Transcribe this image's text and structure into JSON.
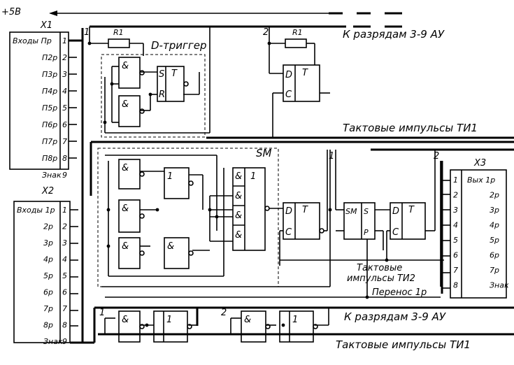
{
  "supply": "+5В",
  "connectors": {
    "x1": {
      "label": "Х1",
      "header": "Входы Пр",
      "rows": [
        {
          "label": "П2р",
          "pin": "2"
        },
        {
          "label": "П3р",
          "pin": "3"
        },
        {
          "label": "П4р",
          "pin": "4"
        },
        {
          "label": "П5р",
          "pin": "5"
        },
        {
          "label": "П6р",
          "pin": "6"
        },
        {
          "label": "П7р",
          "pin": "7"
        },
        {
          "label": "П8р",
          "pin": "8"
        },
        {
          "label": "Знак",
          "pin": "9"
        }
      ],
      "header_pin": "1"
    },
    "x2": {
      "label": "Х2",
      "header": "Входы 1р",
      "rows": [
        {
          "label": "2р",
          "pin": "2"
        },
        {
          "label": "3р",
          "pin": "3"
        },
        {
          "label": "4р",
          "pin": "4"
        },
        {
          "label": "5р",
          "pin": "5"
        },
        {
          "label": "6р",
          "pin": "6"
        },
        {
          "label": "7р",
          "pin": "7"
        },
        {
          "label": "8р",
          "pin": "8"
        },
        {
          "label": "Знак",
          "pin": "9"
        }
      ],
      "header_pin": "1"
    },
    "x3": {
      "label": "Х3",
      "header": "Вых 1р",
      "rows": [
        {
          "label": "2р",
          "pin": "2"
        },
        {
          "label": "3р",
          "pin": "3"
        },
        {
          "label": "4р",
          "pin": "4"
        },
        {
          "label": "5р",
          "pin": "5"
        },
        {
          "label": "6р",
          "pin": "6"
        },
        {
          "label": "7р",
          "pin": "7"
        },
        {
          "label": "Знак",
          "pin": "8"
        }
      ],
      "header_pin": "1"
    }
  },
  "labels": {
    "resistor": "R1",
    "d_trigger": "D-триггер",
    "to_bits_top": "К разрядам 3-9 АУ",
    "to_bits_bottom": "К разрядам 3-9 АУ",
    "clock1_top": "Тактовые импульсы ТИ1",
    "clock1_bottom": "Тактовые импульсы ТИ1",
    "clock2_line1": "Тактовые",
    "clock2_line2": "импульсы ТИ2",
    "carry": "Перенос 1р",
    "sm": "SM"
  },
  "symbols": {
    "and": "&",
    "or": "1",
    "d": "D",
    "c": "C",
    "t": "T",
    "s": "S",
    "r": "R",
    "p": "P",
    "sm": "SM"
  },
  "bus_numbers": {
    "n1": "1",
    "n2": "2"
  }
}
